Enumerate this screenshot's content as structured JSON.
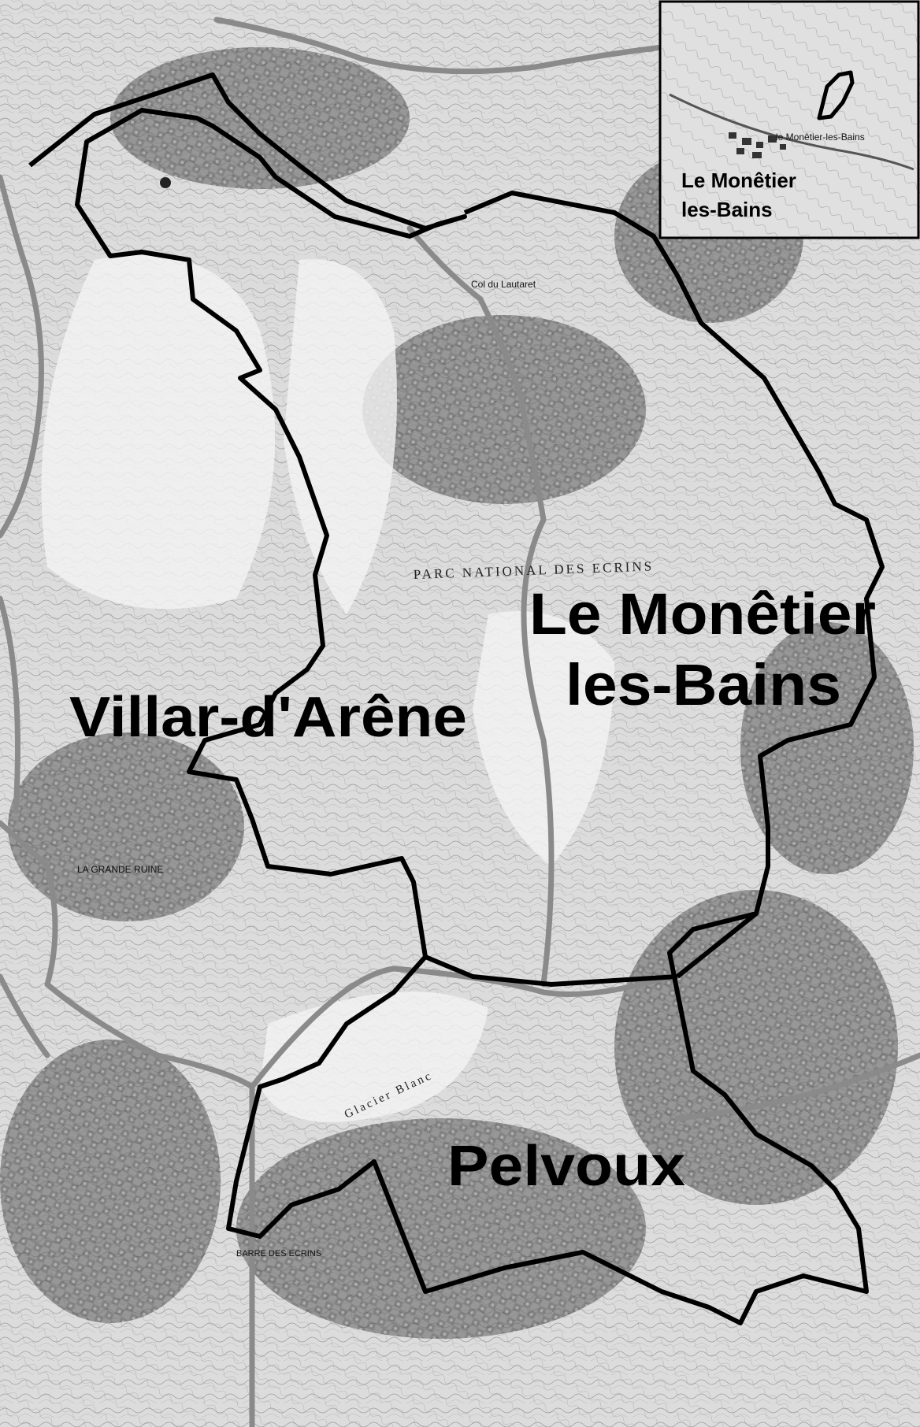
{
  "colors": {
    "background": "#ffffff",
    "terrain_light": "#e6e6e6",
    "terrain_mid": "#bdbdbd",
    "terrain_dark": "#6e6e6e",
    "boundary": "#000000",
    "road": "#8a8a8a"
  },
  "labels": {
    "commune_monetier_line1": "Le Monêtier",
    "commune_monetier_line2": "les-Bains",
    "commune_villar": "Villar-d'Arêne",
    "commune_pelvoux": "Pelvoux",
    "park_name": "PARC NATIONAL DES ECRINS",
    "glacier_blanc": "Glacier Blanc",
    "la_grande_ruine": "LA GRANDE RUINE",
    "barre_des_ecrins": "BARRE DES ECRINS",
    "col_du_lautaret": "Col du Lautaret"
  },
  "inset": {
    "label_line1": "Le Monêtier",
    "label_line2": "les-Bains",
    "village_text": "le Monêtier-les-Bains"
  }
}
